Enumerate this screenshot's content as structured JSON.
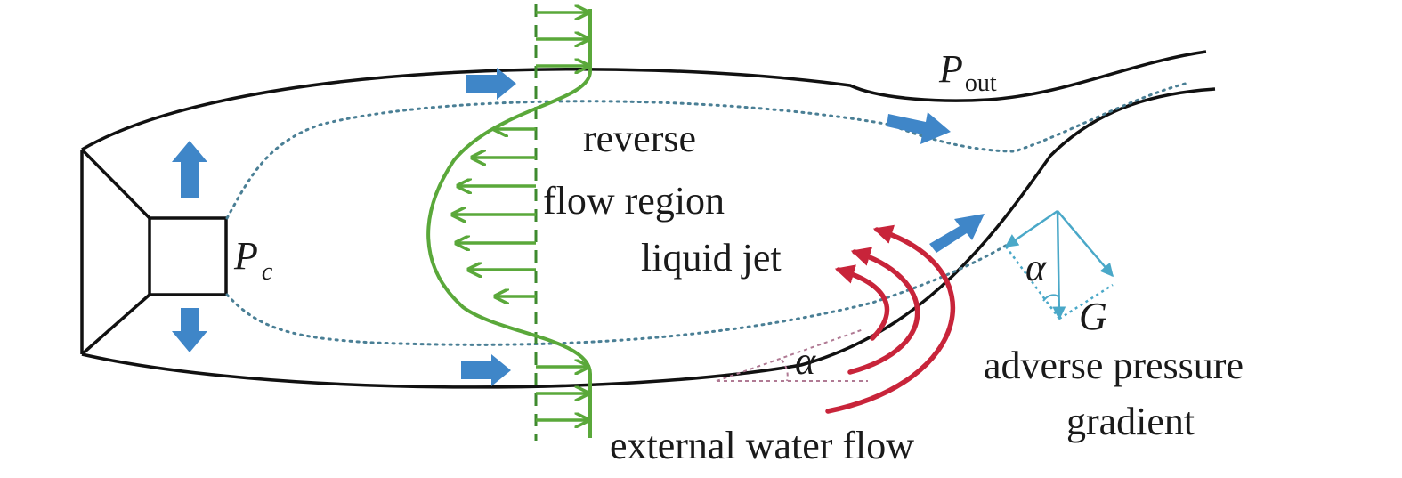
{
  "labels": {
    "p_out": "P",
    "p_out_sub": "out",
    "p_c": "P",
    "p_c_sub": "c",
    "reverse_flow_line1": "reverse",
    "reverse_flow_line2": "flow region",
    "liquid_jet": "liquid jet",
    "alpha_right": "α",
    "gravity": "G",
    "adverse_line1": "adverse pressure",
    "adverse_line2": "gradient",
    "alpha_bottom": "α",
    "external_flow": "external water flow"
  },
  "colors": {
    "outline": "#111111",
    "dotted": "#4a7f95",
    "velocity": "#5aa83a",
    "flow_arrow": "#3f86c8",
    "jet": "#c8243a",
    "vector": "#4aa8c8",
    "angle_line": "#b07a94"
  }
}
